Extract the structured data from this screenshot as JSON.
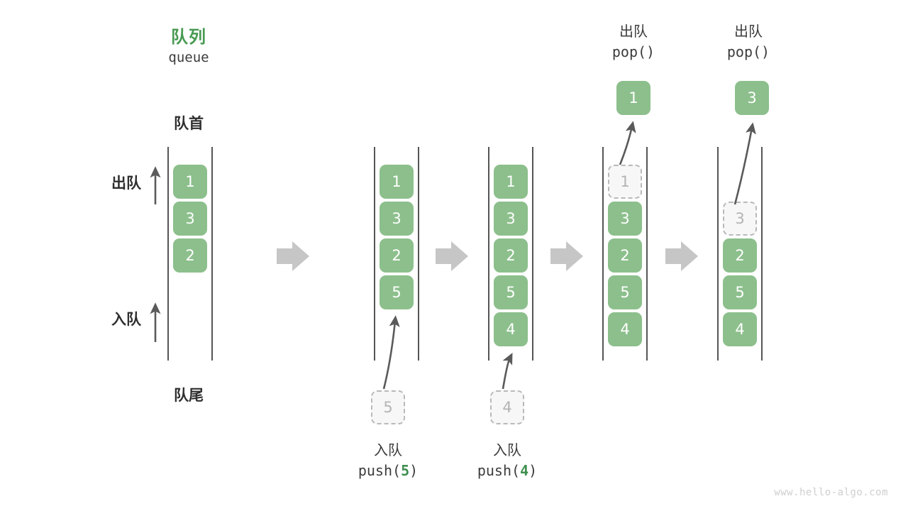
{
  "diagram": {
    "title_cn": "队列",
    "title_en": "queue",
    "head_label": "队首",
    "tail_label": "队尾",
    "dequeue_label": "出队",
    "enqueue_label": "入队",
    "watermark": "www.hello-algo.com",
    "colors": {
      "cell_fill": "#8cbf8c",
      "cell_text": "#ffffff",
      "ghost_fill": "#f7f7f7",
      "ghost_border": "#b9b9b9",
      "ghost_text": "#b4b4b4",
      "rail": "#555555",
      "accent_green": "#479a52",
      "arrow_gray": "#5a5a5a",
      "step_arrow": "#c6c6c6",
      "watermark": "#cfcfcf"
    }
  },
  "steps": [
    {
      "id": "initial",
      "cells": [
        {
          "value": "1",
          "state": "filled"
        },
        {
          "value": "3",
          "state": "filled"
        },
        {
          "value": "2",
          "state": "filled"
        }
      ],
      "caption_cn": "",
      "caption_en": "",
      "caption_arg": ""
    },
    {
      "id": "push-5",
      "cells": [
        {
          "value": "1",
          "state": "filled"
        },
        {
          "value": "3",
          "state": "filled"
        },
        {
          "value": "2",
          "state": "filled"
        },
        {
          "value": "5",
          "state": "filled"
        }
      ],
      "incoming": {
        "value": "5",
        "state": "ghost"
      },
      "caption_cn": "入队",
      "caption_en": "push(",
      "caption_arg": "5",
      "caption_en_close": ")"
    },
    {
      "id": "push-4",
      "cells": [
        {
          "value": "1",
          "state": "filled"
        },
        {
          "value": "3",
          "state": "filled"
        },
        {
          "value": "2",
          "state": "filled"
        },
        {
          "value": "5",
          "state": "filled"
        },
        {
          "value": "4",
          "state": "filled"
        }
      ],
      "incoming": {
        "value": "4",
        "state": "ghost"
      },
      "caption_cn": "入队",
      "caption_en": "push(",
      "caption_arg": "4",
      "caption_en_close": ")"
    },
    {
      "id": "pop-1",
      "cells": [
        {
          "value": "1",
          "state": "ghost"
        },
        {
          "value": "3",
          "state": "filled"
        },
        {
          "value": "2",
          "state": "filled"
        },
        {
          "value": "5",
          "state": "filled"
        },
        {
          "value": "4",
          "state": "filled"
        }
      ],
      "outgoing": {
        "value": "1",
        "state": "filled"
      },
      "caption_cn": "出队",
      "caption_en": "pop()"
    },
    {
      "id": "pop-3",
      "cells": [
        {
          "value": "3",
          "state": "ghost"
        },
        {
          "value": "2",
          "state": "filled"
        },
        {
          "value": "5",
          "state": "filled"
        },
        {
          "value": "4",
          "state": "filled"
        }
      ],
      "outgoing": {
        "value": "3",
        "state": "filled"
      },
      "caption_cn": "出队",
      "caption_en": "pop()"
    }
  ]
}
